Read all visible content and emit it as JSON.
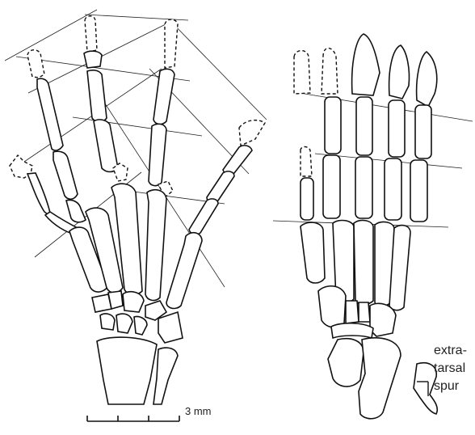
{
  "figure": {
    "scale_bar": {
      "label": "3 mm"
    },
    "annotation": {
      "lines": [
        "extra-",
        "tarsal",
        "spur"
      ]
    },
    "colors": {
      "metapodial_pink": "#f4a9a9",
      "blue": "#8fb2de",
      "yellow_green": "#e8f06c",
      "orange": "#f0a24a",
      "red_orange": "#ec6030",
      "light_green": "#b9e7a7",
      "dark_green": "#4ea82e",
      "yellow": "#f2d21a",
      "purple": "#a67be8",
      "teal_green": "#6fd5a1"
    }
  }
}
